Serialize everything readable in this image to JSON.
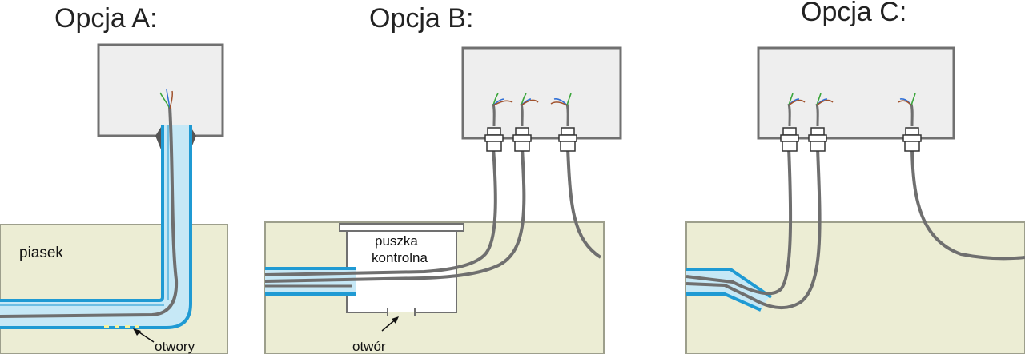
{
  "options": [
    {
      "title": "Opcja A:"
    },
    {
      "title": "Opcja B:"
    },
    {
      "title": "Opcja C:"
    }
  ],
  "labels": {
    "sand": "piasek",
    "holes": "otwory",
    "control_box_line1": "puszka",
    "control_box_line2": "kontrolna",
    "hole": "otwór"
  },
  "colors": {
    "sand": "#ecedd4",
    "sand_border": "#9d9f8c",
    "conduit_fill": "#c6e8f6",
    "conduit_edge": "#1f9ad3",
    "cable": "#6f6f6f",
    "box_border": "#707070",
    "wire_green": "#3aa53a",
    "wire_blue": "#2f6fd6",
    "wire_brown": "#a0522d"
  }
}
